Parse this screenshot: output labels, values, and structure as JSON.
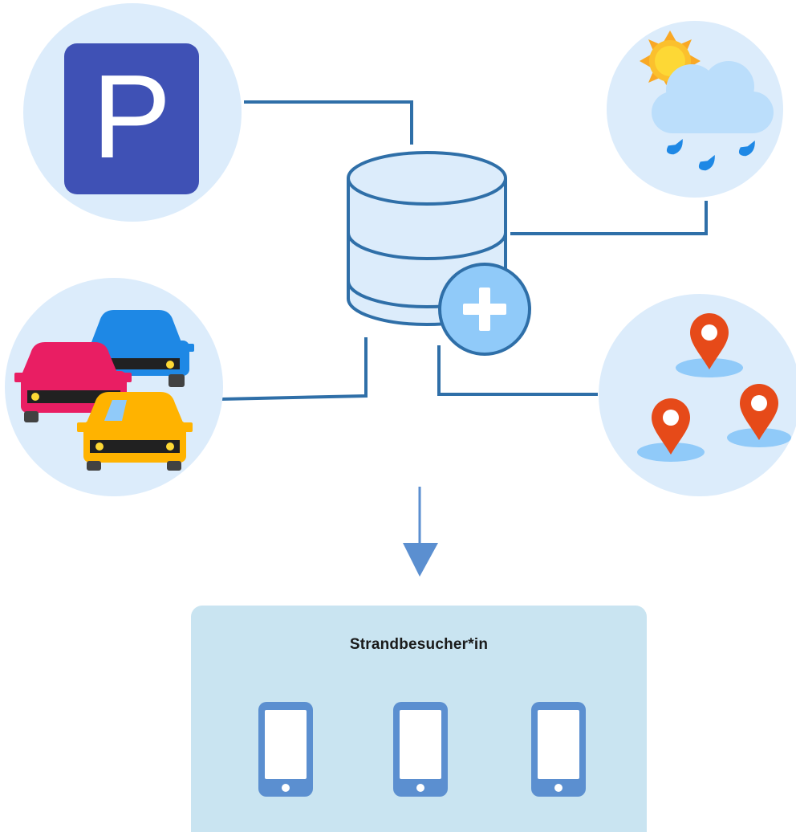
{
  "diagram": {
    "nodes": [
      {
        "id": "parking",
        "icon": "parking-sign-icon",
        "letter": "P"
      },
      {
        "id": "weather",
        "icon": "sun-cloud-rain-icon"
      },
      {
        "id": "traffic",
        "icon": "cars-traffic-icon"
      },
      {
        "id": "locations",
        "icon": "map-pins-icon"
      },
      {
        "id": "database",
        "icon": "database-plus-icon"
      }
    ],
    "recipient": {
      "title": "Strandbesucher*in",
      "devices": [
        "smartphone-icon",
        "smartphone-icon",
        "smartphone-icon"
      ]
    }
  },
  "colors": {
    "circle_fill": "#dcecfb",
    "connector": "#2f6fa8",
    "arrow": "#5b8fd0",
    "parking_sign": "#3f51b5",
    "recipient_box": "#c9e4f1",
    "phone": "#5b8fd0",
    "pin": "#e64a19",
    "sun": "#fbc02d",
    "cloud": "#bbdefb",
    "rain": "#1e88e5"
  }
}
